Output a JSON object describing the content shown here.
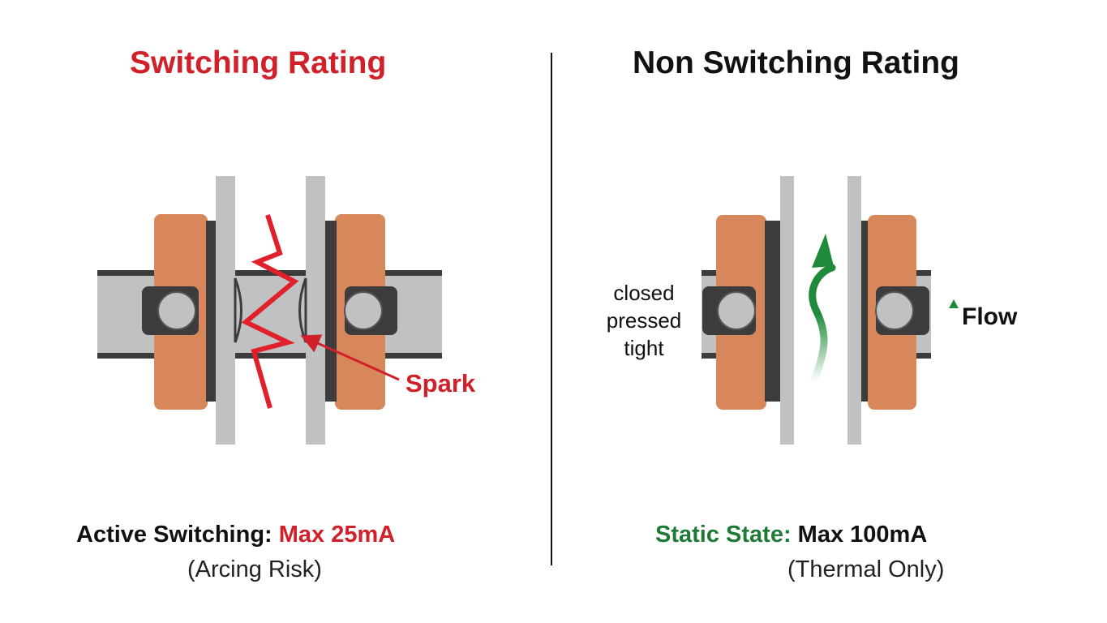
{
  "left": {
    "title": "Switching Rating",
    "callout": "Spark",
    "caption_prefix": "Active Switching:",
    "caption_value": "Max 25mA",
    "caption_note": "(Arcing Risk)"
  },
  "right": {
    "title": "Non Switching Rating",
    "side_label": [
      "closed",
      "pressed",
      "tight"
    ],
    "flow_label": "Flow",
    "caption_prefix": "Static State:",
    "caption_value": "Max 100mA",
    "caption_note": "(Thermal Only)"
  },
  "colors": {
    "red": "#d0202a",
    "green": "#1e7a34",
    "copper": "#d8875a",
    "plate": "#bfc1c2",
    "dark": "#3c3c3c"
  }
}
